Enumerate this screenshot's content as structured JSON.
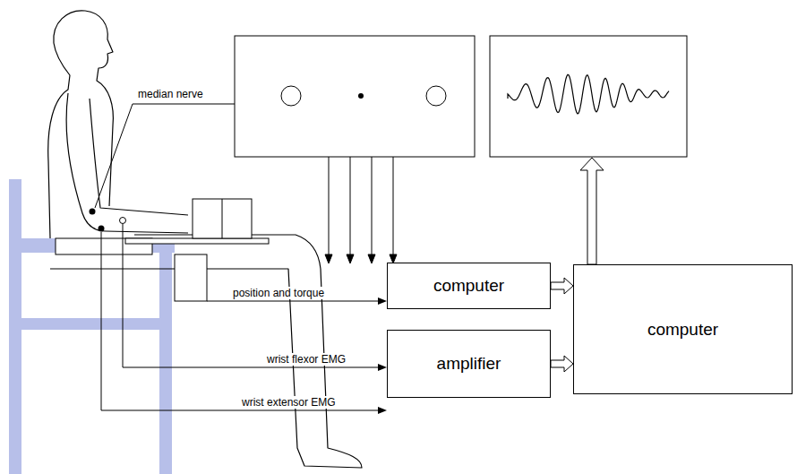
{
  "diagram": {
    "nodes": [
      {
        "text": [
          "computer"
        ]
      },
      {
        "text": [
          "amplifier"
        ]
      },
      {
        "text": [
          "computer"
        ]
      }
    ],
    "edges": [
      {
        "from": 0,
        "to": 2,
        "arrow": "to"
      },
      {
        "from": 1,
        "to": 2,
        "arrow": "to"
      }
    ],
    "labels": [
      "median nerve",
      "position and torque",
      "wrist flexor EMG",
      "wrist extensor EMG"
    ]
  }
}
